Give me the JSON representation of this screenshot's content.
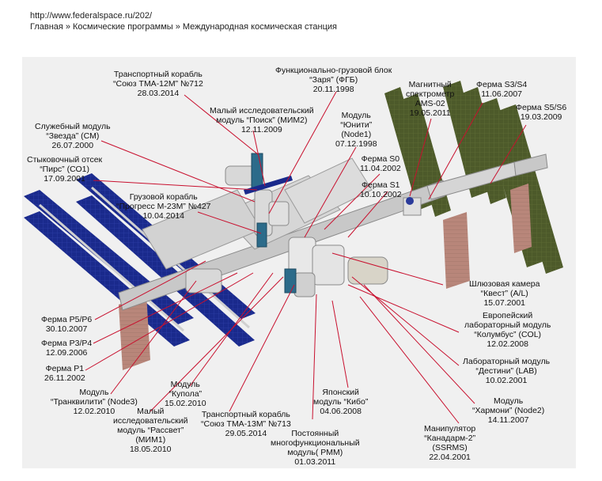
{
  "header": {
    "url": "http://www.federalspace.ru/202/",
    "breadcrumbs": [
      "Главная",
      "Космические программы",
      "Международная космическая станция"
    ],
    "separator": "»"
  },
  "labels": {
    "soyuz_tma12m": [
      "Транспортный корабль",
      "“Союз ТМА-12М” №712",
      "28.03.2014"
    ],
    "zarya": [
      "Функционально-грузовой блок",
      "“Заря” (ФГБ)",
      "20.11.1998"
    ],
    "poisk": [
      "Малый исследовательский",
      "модуль “Поиск” (МИМ2)",
      "12.11.2009"
    ],
    "ams": [
      "Магнитный",
      "спектрометр",
      "AMS-02",
      "19.05.2011"
    ],
    "s3s4": [
      "Ферма S3/S4",
      "11.06.2007"
    ],
    "s5s6": [
      "Ферма S5/S6",
      "19.03.2009"
    ],
    "zvezda": [
      "Служебный модуль",
      "“Звезда” (СМ)",
      "26.07.2000"
    ],
    "unity": [
      "Модуль",
      "“Юнити”",
      "(Node1)",
      "07.12.1998"
    ],
    "pirs": [
      "Стыковочный отсек",
      "“Пирс” (СО1)",
      "17.09.2001"
    ],
    "s0": [
      "Ферма S0",
      "11.04.2002"
    ],
    "s1": [
      "Ферма S1",
      "10.10.2002"
    ],
    "progress": [
      "Грузовой корабль",
      "“Прогресс М-23М” №427",
      "10.04.2014"
    ],
    "quest": [
      "Шлюзовая камера",
      "“Квест” (A/L)",
      "15.07.2001"
    ],
    "columbus": [
      "Европейский",
      "лабораторный модуль",
      "“Колумбус” (COL)",
      "12.02.2008"
    ],
    "p5p6": [
      "Ферма P5/P6",
      "30.10.2007"
    ],
    "p3p4": [
      "Ферма P3/P4",
      "12.09.2006"
    ],
    "p1": [
      "Ферма P1",
      "26.11.2002"
    ],
    "destiny": [
      "Лабораторный модуль",
      "“Дестини” (LAB)",
      "10.02.2001"
    ],
    "tranquility": [
      "Модуль",
      "“Транквилити” (Node3)",
      "12.02.2010"
    ],
    "cupola": [
      "Модуль",
      "“Купола”",
      "15.02.2010"
    ],
    "kibo": [
      "Японский",
      "модуль “Кибо”",
      "04.06.2008"
    ],
    "harmony": [
      "Модуль",
      "“Хармони” (Node2)",
      "14.11.2007"
    ],
    "rassvet": [
      "Малый",
      "исследовательский",
      "модуль “Рассвет”",
      "(МИМ1)",
      "18.05.2010"
    ],
    "soyuz_tma13m": [
      "Транспортный корабль",
      "“Союз ТМА-13М” №713",
      "29.05.2014"
    ],
    "pmm": [
      "Постоянный",
      "многофункциональный",
      "модуль( PMM)",
      "01.03.2011"
    ],
    "canadarm": [
      "Манипулятор",
      "“Канадарм-2”",
      "(SSRMS)",
      "22.04.2001"
    ]
  },
  "colors": {
    "leader": "#c8102e",
    "blue_panel": "#1a2a8c",
    "olive_panel": "#4d5a2a",
    "truss": "#c8c8c8",
    "radiator": "#d8d8d8",
    "copper_radiator": "#b8867a",
    "panel_bg": "#f0f0f0"
  }
}
